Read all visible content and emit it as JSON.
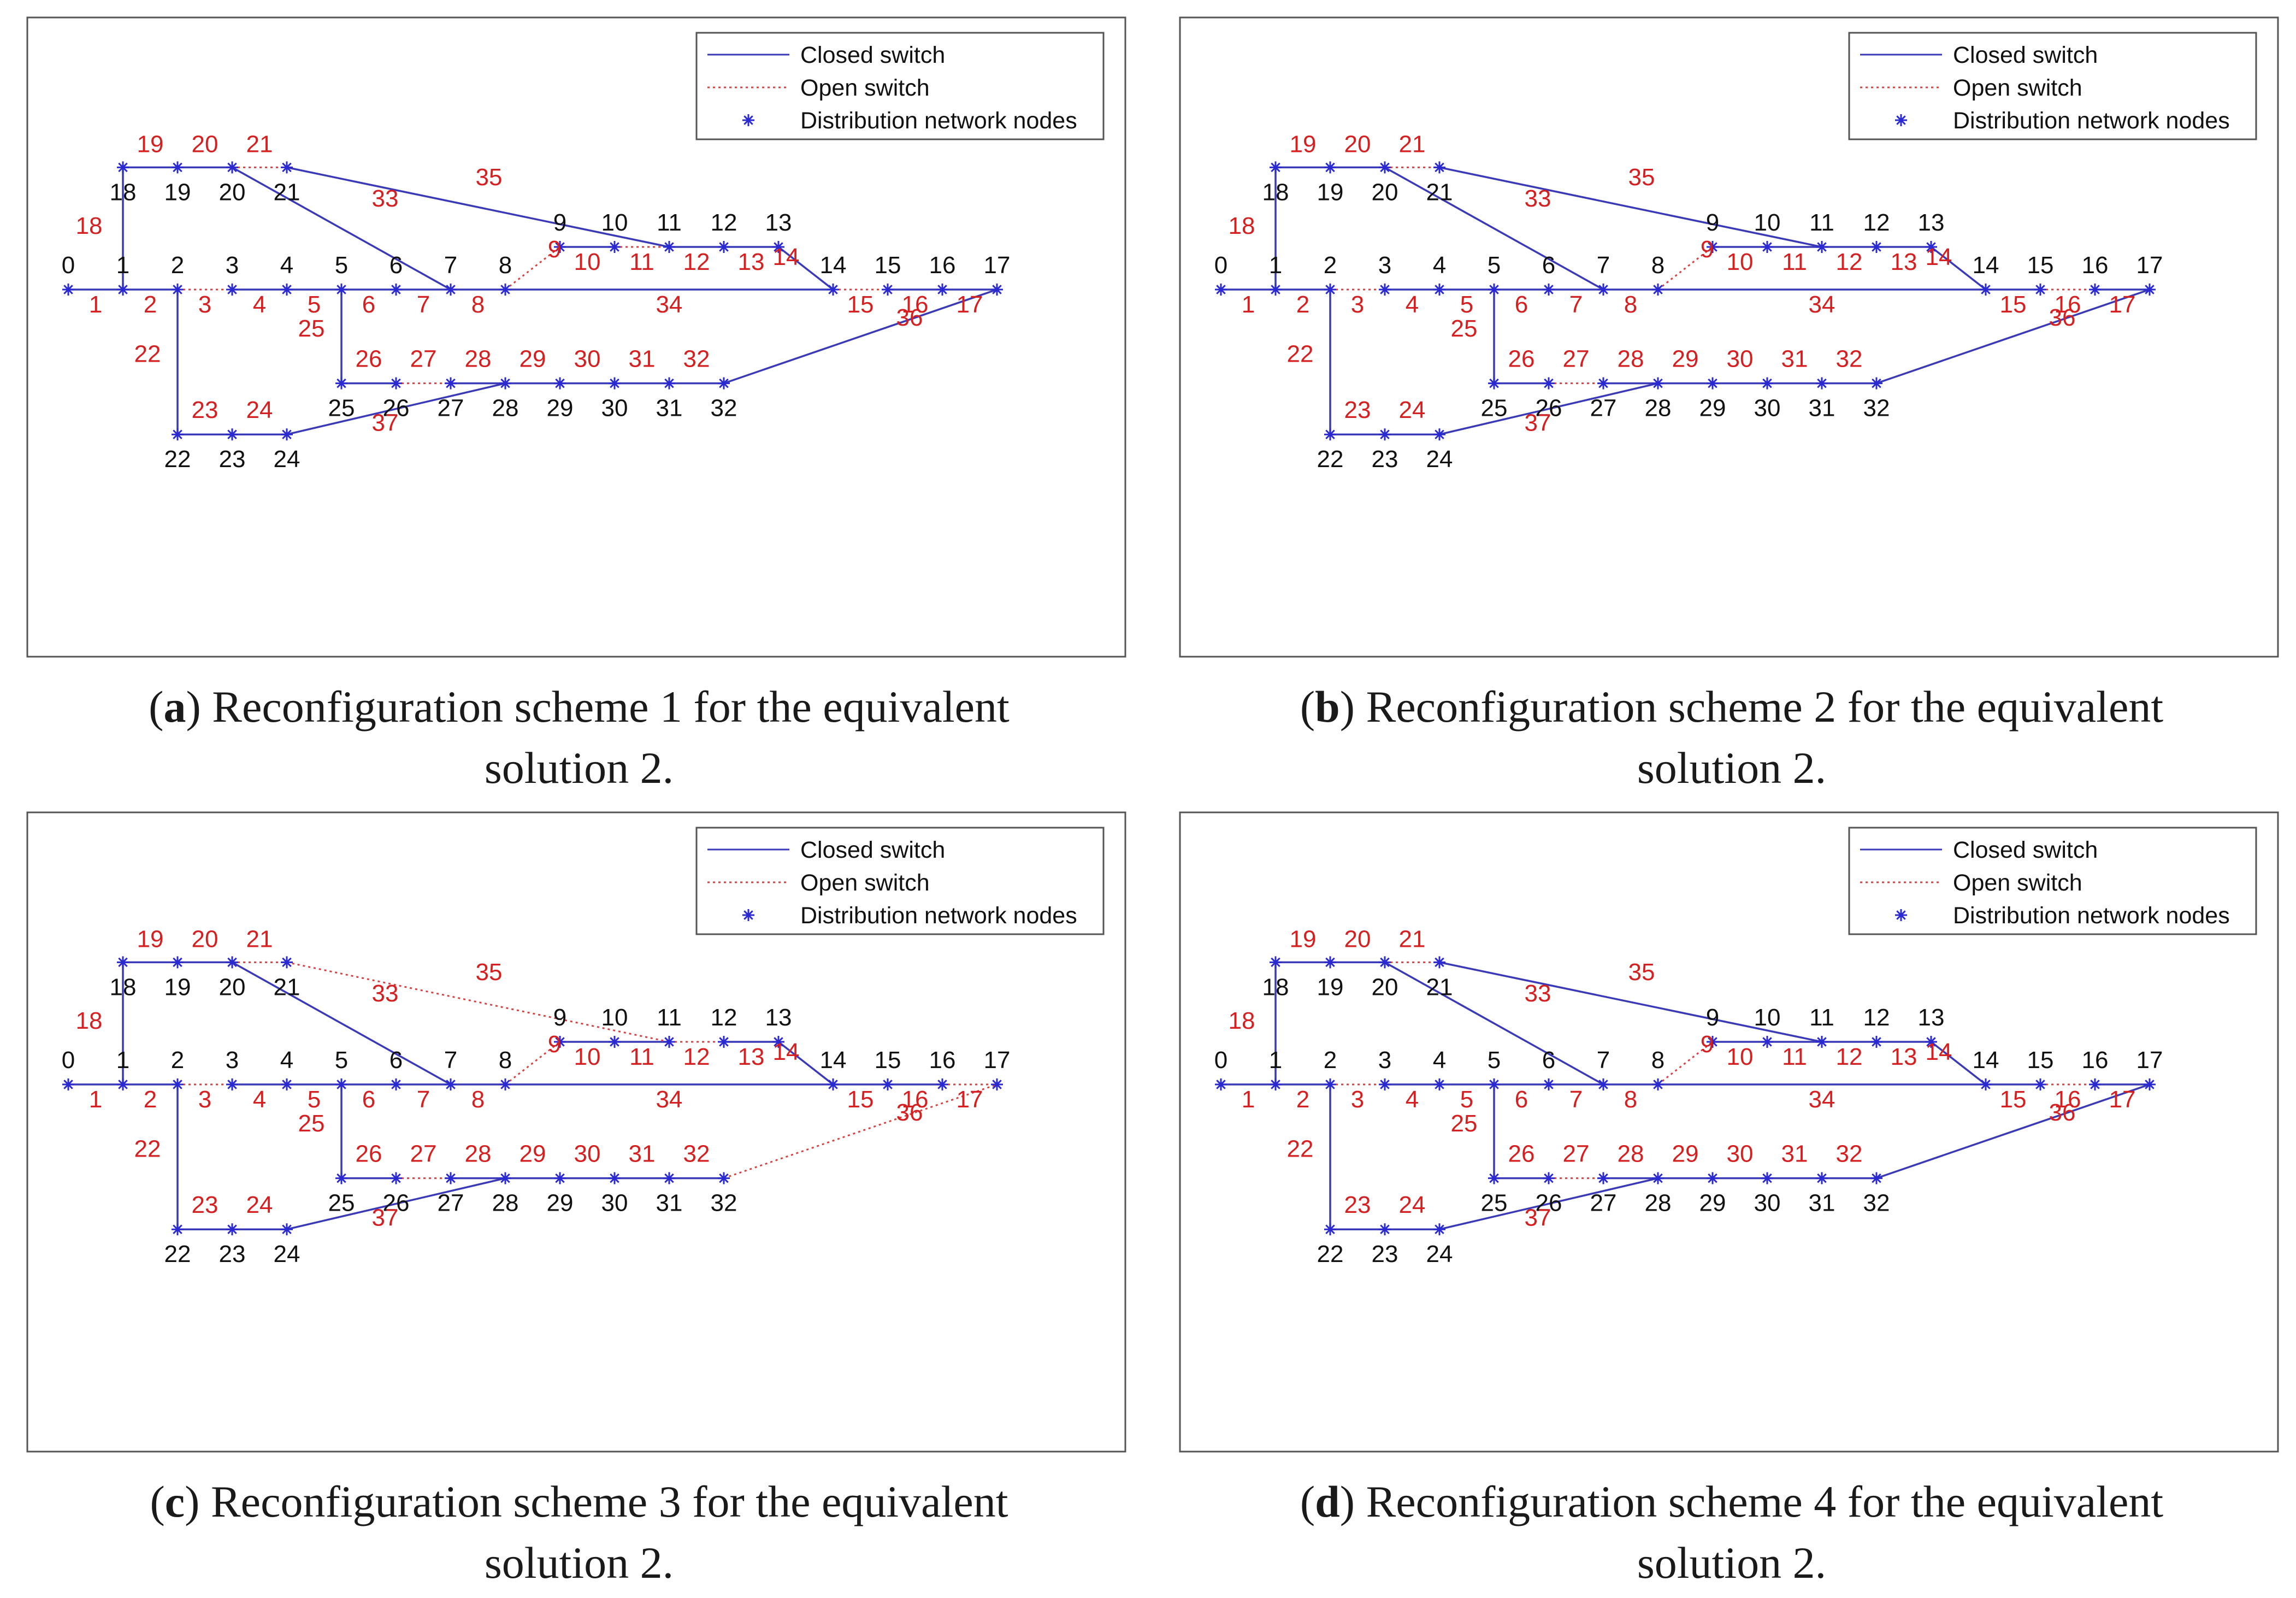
{
  "legend": {
    "closed": "Closed switch",
    "open": "Open switch",
    "nodes": "Distribution network nodes"
  },
  "colors": {
    "closed_line": "#3a3ab8",
    "open_line": "#d94040",
    "node_marker": "#2a2ad0",
    "node_label": "#111111",
    "branch_label": "#d42020",
    "frame": "#555555"
  },
  "nodes": [
    {
      "id": "0",
      "x": 0,
      "y": 0
    },
    {
      "id": "1",
      "x": 1,
      "y": 0
    },
    {
      "id": "2",
      "x": 2,
      "y": 0
    },
    {
      "id": "3",
      "x": 3,
      "y": 0
    },
    {
      "id": "4",
      "x": 4,
      "y": 0
    },
    {
      "id": "5",
      "x": 5,
      "y": 0
    },
    {
      "id": "6",
      "x": 6,
      "y": 0
    },
    {
      "id": "7",
      "x": 7,
      "y": 0
    },
    {
      "id": "8",
      "x": 8,
      "y": 0
    },
    {
      "id": "9",
      "x": 9,
      "y": 1.5
    },
    {
      "id": "10",
      "x": 10,
      "y": 1.5
    },
    {
      "id": "11",
      "x": 11,
      "y": 1.5
    },
    {
      "id": "12",
      "x": 12,
      "y": 1.5
    },
    {
      "id": "13",
      "x": 13,
      "y": 1.5
    },
    {
      "id": "14",
      "x": 14,
      "y": 0
    },
    {
      "id": "15",
      "x": 15,
      "y": 0
    },
    {
      "id": "16",
      "x": 16,
      "y": 0
    },
    {
      "id": "17",
      "x": 17,
      "y": 0
    },
    {
      "id": "18",
      "x": 1,
      "y": 4.3
    },
    {
      "id": "19",
      "x": 2,
      "y": 4.3
    },
    {
      "id": "20",
      "x": 3,
      "y": 4.3
    },
    {
      "id": "21",
      "x": 4,
      "y": 4.3
    },
    {
      "id": "22",
      "x": 2,
      "y": -5.1
    },
    {
      "id": "23",
      "x": 3,
      "y": -5.1
    },
    {
      "id": "24",
      "x": 4,
      "y": -5.1
    },
    {
      "id": "25",
      "x": 5,
      "y": -3.3
    },
    {
      "id": "26",
      "x": 6,
      "y": -3.3
    },
    {
      "id": "27",
      "x": 7,
      "y": -3.3
    },
    {
      "id": "28",
      "x": 8,
      "y": -3.3
    },
    {
      "id": "29",
      "x": 9,
      "y": -3.3
    },
    {
      "id": "30",
      "x": 10,
      "y": -3.3
    },
    {
      "id": "31",
      "x": 11,
      "y": -3.3
    },
    {
      "id": "32",
      "x": 12,
      "y": -3.3
    }
  ],
  "branches": [
    {
      "id": "1",
      "from": "0",
      "to": "1"
    },
    {
      "id": "2",
      "from": "1",
      "to": "2"
    },
    {
      "id": "3",
      "from": "2",
      "to": "3"
    },
    {
      "id": "4",
      "from": "3",
      "to": "4"
    },
    {
      "id": "5",
      "from": "4",
      "to": "5"
    },
    {
      "id": "6",
      "from": "5",
      "to": "6"
    },
    {
      "id": "7",
      "from": "6",
      "to": "7"
    },
    {
      "id": "8",
      "from": "7",
      "to": "8"
    },
    {
      "id": "9",
      "from": "8",
      "to": "9"
    },
    {
      "id": "10",
      "from": "9",
      "to": "10"
    },
    {
      "id": "11",
      "from": "10",
      "to": "11"
    },
    {
      "id": "12",
      "from": "11",
      "to": "12"
    },
    {
      "id": "13",
      "from": "12",
      "to": "13"
    },
    {
      "id": "14",
      "from": "13",
      "to": "14"
    },
    {
      "id": "15",
      "from": "14",
      "to": "15"
    },
    {
      "id": "16",
      "from": "15",
      "to": "16"
    },
    {
      "id": "17",
      "from": "16",
      "to": "17"
    },
    {
      "id": "18",
      "from": "1",
      "to": "18"
    },
    {
      "id": "19",
      "from": "18",
      "to": "19"
    },
    {
      "id": "20",
      "from": "19",
      "to": "20"
    },
    {
      "id": "21",
      "from": "20",
      "to": "21"
    },
    {
      "id": "22",
      "from": "2",
      "to": "22"
    },
    {
      "id": "23",
      "from": "22",
      "to": "23"
    },
    {
      "id": "24",
      "from": "23",
      "to": "24"
    },
    {
      "id": "25",
      "from": "5",
      "to": "25"
    },
    {
      "id": "26",
      "from": "25",
      "to": "26"
    },
    {
      "id": "27",
      "from": "26",
      "to": "27"
    },
    {
      "id": "28",
      "from": "27",
      "to": "28"
    },
    {
      "id": "29",
      "from": "28",
      "to": "29"
    },
    {
      "id": "30",
      "from": "29",
      "to": "30"
    },
    {
      "id": "31",
      "from": "30",
      "to": "31"
    },
    {
      "id": "32",
      "from": "31",
      "to": "32"
    },
    {
      "id": "33",
      "from": "20",
      "to": "7"
    },
    {
      "id": "34",
      "from": "8",
      "to": "14"
    },
    {
      "id": "35",
      "from": "21",
      "to": "11"
    },
    {
      "id": "36",
      "from": "32",
      "to": "17"
    },
    {
      "id": "37",
      "from": "24",
      "to": "28"
    }
  ],
  "schemes": [
    {
      "letter": "a",
      "caption_line1": ") Reconfiguration scheme 1 for the equivalent",
      "caption_line2": "solution 2.",
      "open": [
        "3",
        "9",
        "11",
        "15",
        "21",
        "27"
      ]
    },
    {
      "letter": "b",
      "caption_line1": ") Reconfiguration scheme 2 for the equivalent",
      "caption_line2": "solution 2.",
      "open": [
        "3",
        "9",
        "16",
        "21",
        "27"
      ]
    },
    {
      "letter": "c",
      "caption_line1": ") Reconfiguration scheme 3 for the equivalent",
      "caption_line2": "solution 2.",
      "open": [
        "3",
        "9",
        "12",
        "17",
        "21",
        "27",
        "35",
        "36"
      ]
    },
    {
      "letter": "d",
      "caption_line1": ") Reconfiguration scheme 4 for the equivalent",
      "caption_line2": "solution 2.",
      "open": [
        "3",
        "9",
        "16",
        "21",
        "27"
      ]
    }
  ]
}
